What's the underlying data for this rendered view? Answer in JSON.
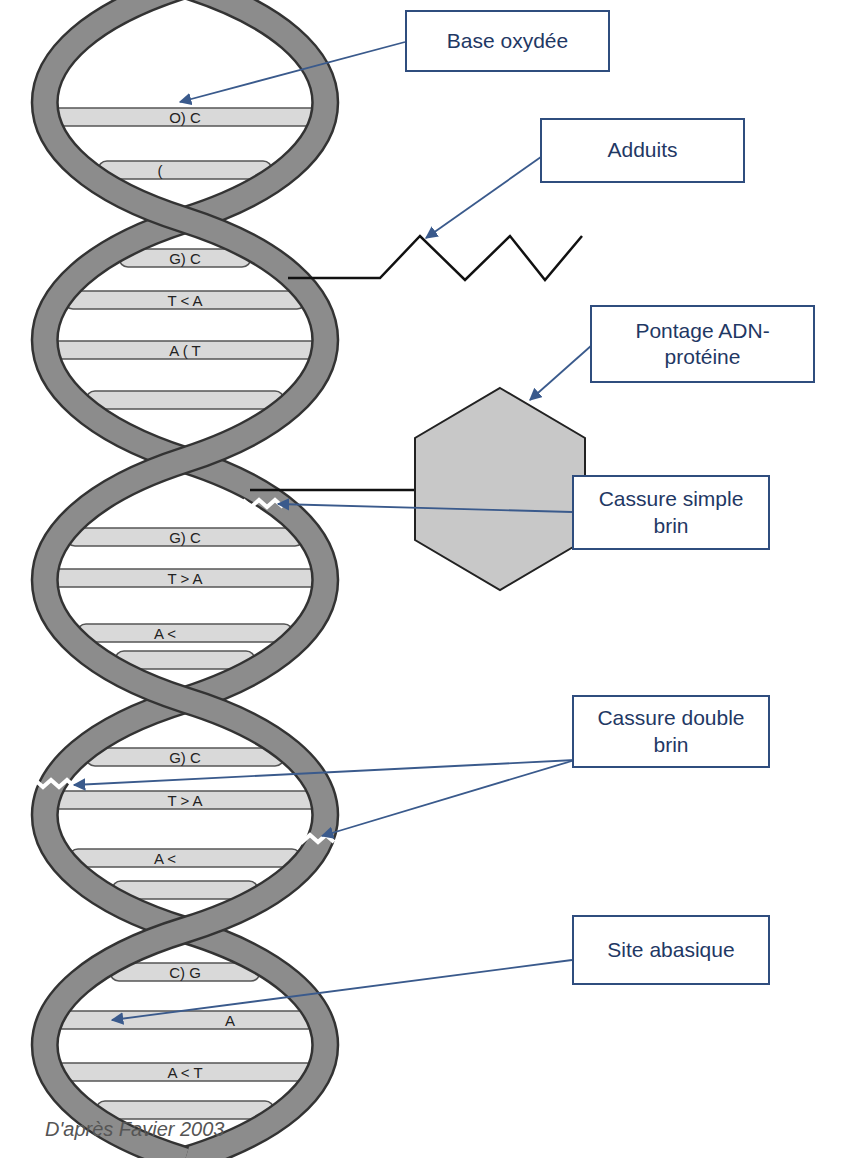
{
  "diagram": {
    "caption": "D'après Favier 2003",
    "nodes": [
      {
        "text": [
          "Base oxydée"
        ]
      },
      {
        "text": [
          "Adduits"
        ]
      },
      {
        "text": [
          "Pontage ADN-protéine"
        ]
      },
      {
        "text": [
          "Cassure simple brin"
        ]
      },
      {
        "text": [
          "Cassure double brin"
        ]
      },
      {
        "text": [
          "Site abasique"
        ]
      }
    ],
    "labels": [
      "O) C",
      "(",
      "G) C",
      "T < A",
      "A ( T",
      "G) C",
      "T > A",
      "A <",
      "G) C",
      "T > A",
      "A <",
      "C) G",
      "A",
      "A < T"
    ]
  }
}
